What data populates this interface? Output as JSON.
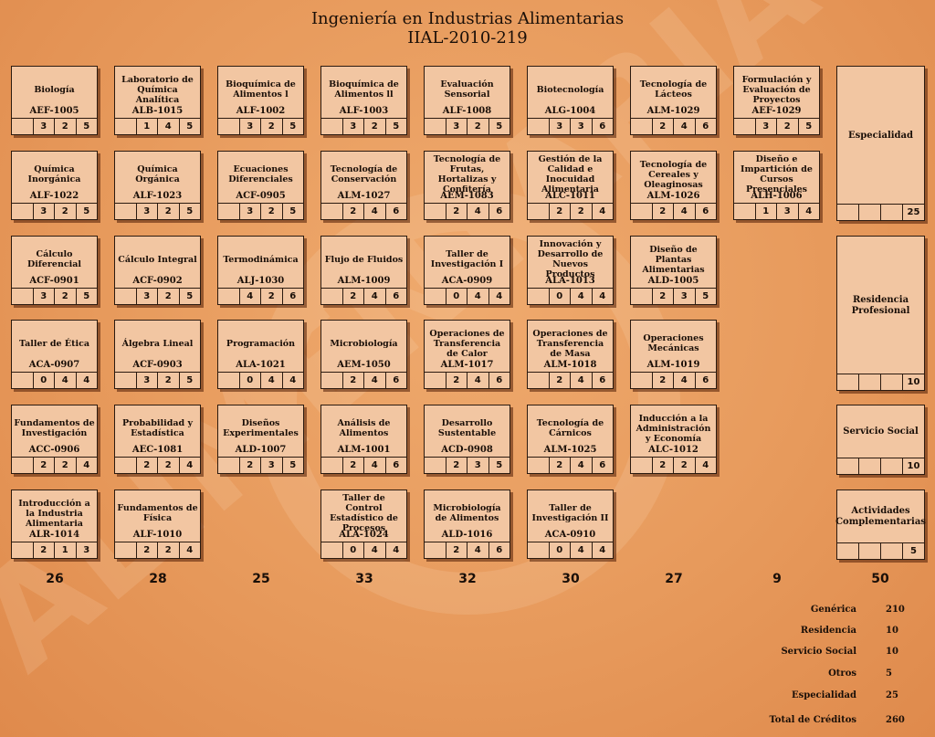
{
  "header": {
    "title": "Ingeniería en Industrias Alimentarias",
    "plan": "IIAL-2010-219"
  },
  "columns": [
    {
      "total": "26",
      "courses": [
        {
          "name": "Biología",
          "code": "AEF-1005",
          "hours": [
            "",
            "3",
            "2",
            "5"
          ]
        },
        {
          "name": "Química Inorgánica",
          "code": "ALF-1022",
          "hours": [
            "",
            "3",
            "2",
            "5"
          ]
        },
        {
          "name": "Cálculo Diferencial",
          "code": "ACF-0901",
          "hours": [
            "",
            "3",
            "2",
            "5"
          ]
        },
        {
          "name": "Taller de Ética",
          "code": "ACA-0907",
          "hours": [
            "",
            "0",
            "4",
            "4"
          ]
        },
        {
          "name": "Fundamentos de Investigación",
          "code": "ACC-0906",
          "hours": [
            "",
            "2",
            "2",
            "4"
          ]
        },
        {
          "name": "Introducción a la Industria Alimentaria",
          "code": "ALR-1014",
          "hours": [
            "",
            "2",
            "1",
            "3"
          ]
        }
      ]
    },
    {
      "total": "28",
      "courses": [
        {
          "name": "Laboratorio de Química Analítica",
          "code": "ALB-1015",
          "hours": [
            "",
            "1",
            "4",
            "5"
          ]
        },
        {
          "name": "Química Orgánica",
          "code": "ALF-1023",
          "hours": [
            "",
            "3",
            "2",
            "5"
          ]
        },
        {
          "name": "Cálculo Integral",
          "code": "ACF-0902",
          "hours": [
            "",
            "3",
            "2",
            "5"
          ]
        },
        {
          "name": "Álgebra Lineal",
          "code": "ACF-0903",
          "hours": [
            "",
            "3",
            "2",
            "5"
          ]
        },
        {
          "name": "Probabilidad y Estadística",
          "code": "AEC-1081",
          "hours": [
            "",
            "2",
            "2",
            "4"
          ]
        },
        {
          "name": "Fundamentos de Física",
          "code": "ALF-1010",
          "hours": [
            "",
            "2",
            "2",
            "4"
          ]
        }
      ]
    },
    {
      "total": "25",
      "courses": [
        {
          "name": "Bioquímica de Alimentos l",
          "code": "ALF-1002",
          "hours": [
            "",
            "3",
            "2",
            "5"
          ]
        },
        {
          "name": "Ecuaciones Diferenciales",
          "code": "ACF-0905",
          "hours": [
            "",
            "3",
            "2",
            "5"
          ]
        },
        {
          "name": "Termodinámica",
          "code": "ALJ-1030",
          "hours": [
            "",
            "4",
            "2",
            "6"
          ]
        },
        {
          "name": "Programación",
          "code": "ALA-1021",
          "hours": [
            "",
            "0",
            "4",
            "4"
          ]
        },
        {
          "name": "Diseños Experimentales",
          "code": "ALD-1007",
          "hours": [
            "",
            "2",
            "3",
            "5"
          ]
        }
      ]
    },
    {
      "total": "33",
      "courses": [
        {
          "name": "Bioquímica de Alimentos ll",
          "code": "ALF-1003",
          "hours": [
            "",
            "3",
            "2",
            "5"
          ]
        },
        {
          "name": "Tecnología de Conservación",
          "code": "ALM-1027",
          "hours": [
            "",
            "2",
            "4",
            "6"
          ]
        },
        {
          "name": "Flujo de Fluidos",
          "code": "ALM-1009",
          "hours": [
            "",
            "2",
            "4",
            "6"
          ]
        },
        {
          "name": "Microbiología",
          "code": "AEM-1050",
          "hours": [
            "",
            "2",
            "4",
            "6"
          ]
        },
        {
          "name": "Análisis de Alimentos",
          "code": "ALM-1001",
          "hours": [
            "",
            "2",
            "4",
            "6"
          ]
        },
        {
          "name": "Taller de Control Estadístico de Procesos",
          "code": "ALA-1024",
          "hours": [
            "",
            "0",
            "4",
            "4"
          ]
        }
      ]
    },
    {
      "total": "32",
      "courses": [
        {
          "name": "Evaluación Sensorial",
          "code": "ALF-1008",
          "hours": [
            "",
            "3",
            "2",
            "5"
          ]
        },
        {
          "name": "Tecnología de Frutas, Hortalizas y Confitería",
          "code": "AEM-1083",
          "hours": [
            "",
            "2",
            "4",
            "6"
          ]
        },
        {
          "name": "Taller de Investigación I",
          "code": "ACA-0909",
          "hours": [
            "",
            "0",
            "4",
            "4"
          ]
        },
        {
          "name": "Operaciones de Transferencia de Calor",
          "code": "ALM-1017",
          "hours": [
            "",
            "2",
            "4",
            "6"
          ]
        },
        {
          "name": "Desarrollo Sustentable",
          "code": "ACD-0908",
          "hours": [
            "",
            "2",
            "3",
            "5"
          ]
        },
        {
          "name": "Microbiología de Alimentos",
          "code": "ALD-1016",
          "hours": [
            "",
            "2",
            "4",
            "6"
          ]
        }
      ]
    },
    {
      "total": "30",
      "courses": [
        {
          "name": "Biotecnología",
          "code": "ALG-1004",
          "hours": [
            "",
            "3",
            "3",
            "6"
          ]
        },
        {
          "name": "Gestión de la Calidad e Inocuidad Alimentaria",
          "code": "ALC-1011",
          "hours": [
            "",
            "2",
            "2",
            "4"
          ]
        },
        {
          "name": "Innovación y Desarrollo de Nuevos Productos",
          "code": "ALA-1013",
          "hours": [
            "",
            "0",
            "4",
            "4"
          ]
        },
        {
          "name": "Operaciones de Transferencia de Masa",
          "code": "ALM-1018",
          "hours": [
            "",
            "2",
            "4",
            "6"
          ]
        },
        {
          "name": "Tecnología de Cárnicos",
          "code": "ALM-1025",
          "hours": [
            "",
            "2",
            "4",
            "6"
          ]
        },
        {
          "name": "Taller de Investigación II",
          "code": "ACA-0910",
          "hours": [
            "",
            "0",
            "4",
            "4"
          ]
        }
      ]
    },
    {
      "total": "27",
      "courses": [
        {
          "name": "Tecnología de Lácteos",
          "code": "ALM-1029",
          "hours": [
            "",
            "2",
            "4",
            "6"
          ]
        },
        {
          "name": "Tecnología de Cereales y Oleaginosas",
          "code": "ALM-1026",
          "hours": [
            "",
            "2",
            "4",
            "6"
          ]
        },
        {
          "name": "Diseño de Plantas Alimentarias",
          "code": "ALD-1005",
          "hours": [
            "",
            "2",
            "3",
            "5"
          ]
        },
        {
          "name": "Operaciones Mecánicas",
          "code": "ALM-1019",
          "hours": [
            "",
            "2",
            "4",
            "6"
          ]
        },
        {
          "name": "Inducción a la Administración y Economía",
          "code": "ALC-1012",
          "hours": [
            "",
            "2",
            "2",
            "4"
          ]
        }
      ]
    },
    {
      "total": "9",
      "courses": [
        {
          "name": "Formulación y Evaluación de Proyectos",
          "code": "AEF-1029",
          "hours": [
            "",
            "3",
            "2",
            "5"
          ]
        },
        {
          "name": "Diseño e Impartición de Cursos Presenciales",
          "code": "ALH-1006",
          "hours": [
            "",
            "1",
            "3",
            "4"
          ]
        }
      ]
    }
  ],
  "special": {
    "total": "50",
    "blocks": [
      {
        "name": "Especialidad",
        "hours": [
          "",
          "",
          "",
          "25"
        ]
      },
      {
        "name": "Residencia Profesional",
        "hours": [
          "",
          "",
          "",
          "10"
        ]
      },
      {
        "name": "Servicio Social",
        "hours": [
          "",
          "",
          "",
          "10"
        ]
      },
      {
        "name": "Actividades Complementarias",
        "hours": [
          "",
          "",
          "",
          "5"
        ]
      }
    ]
  },
  "summary": [
    {
      "label": "Genérica",
      "value": "210"
    },
    {
      "label": "Residencia",
      "value": "10"
    },
    {
      "label": "Servicio Social",
      "value": "10"
    },
    {
      "label": "Otros",
      "value": "5"
    },
    {
      "label": "Especialidad",
      "value": "25"
    },
    {
      "label": "Total de Créditos",
      "value": "260"
    }
  ],
  "watermark": "ALIMENTARIAS",
  "colors": {
    "background": "#e79a5c",
    "card": "#f2c6a2",
    "border": "#2b1a0f"
  }
}
